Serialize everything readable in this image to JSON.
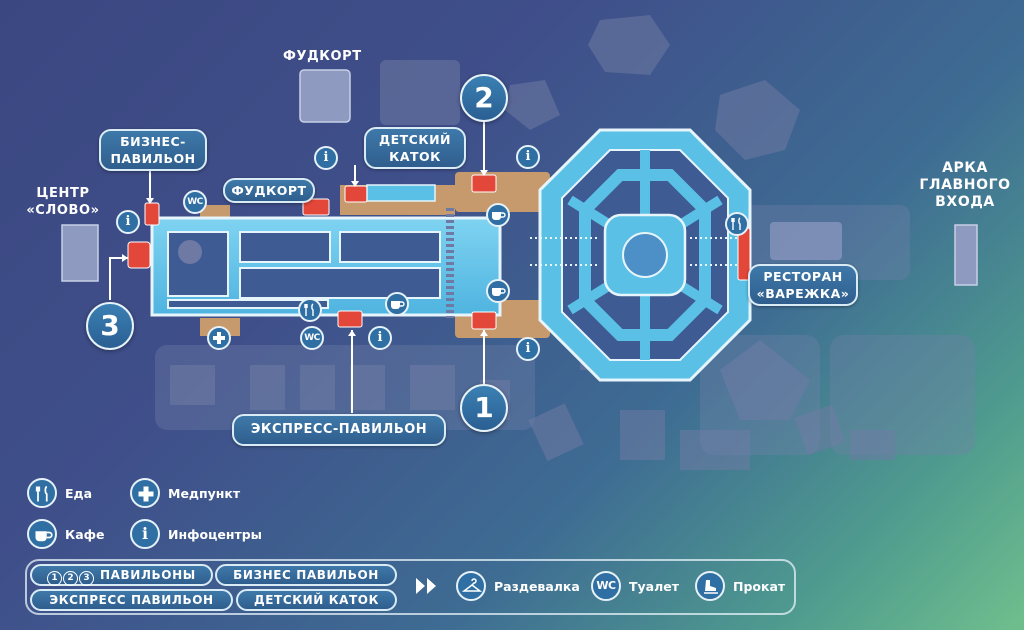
{
  "labels": {
    "foodcourt_top": "ФУДКОРТ",
    "business_pavilion": "БИЗНЕС-\nПАВИЛЬОН",
    "kids_rink": "ДЕТСКИЙ\nКАТОК",
    "foodcourt_mid": "ФУДКОРТ",
    "center_slovo": "ЦЕНТР\n«СЛОВО»",
    "arch": "АРКА\nГЛАВНОГО\nВХОДА",
    "restaurant": "РЕСТОРАН\n«ВАРЕЖКА»",
    "express_pavilion": "ЭКСПРЕСС-ПАВИЛЬОН"
  },
  "pavilion_numbers": {
    "one": "1",
    "two": "2",
    "three": "3"
  },
  "icons": {
    "info": "i",
    "wc": "WC",
    "food": "fork-knife-icon",
    "cafe": "cup-icon",
    "medical": "cross-icon",
    "wardrobe": "hanger-icon",
    "rental": "skate-icon"
  },
  "legend": {
    "food": "Еда",
    "medical": "Медпункт",
    "cafe": "Кафе",
    "info": "Инфоцентры"
  },
  "legend_bar": {
    "mini_numbers": [
      "1",
      "2",
      "3"
    ],
    "pavilions": "ПАВИЛЬОНЫ",
    "business": "БИЗНЕС ПАВИЛЬОН",
    "express": "ЭКСПРЕСС ПАВИЛЬОН",
    "kids": "ДЕТСКИЙ КАТОК",
    "wardrobe": "Раздевалка",
    "toilet": "Туалет",
    "rental": "Прокат"
  },
  "colors": {
    "rink": "#5bc0e6",
    "rink_outline": "#e6f4fb",
    "pavilion": "#e2473a",
    "building": "#6f7ca6",
    "deck": "#c79a6e",
    "label_bg": "#2f6a9c"
  }
}
